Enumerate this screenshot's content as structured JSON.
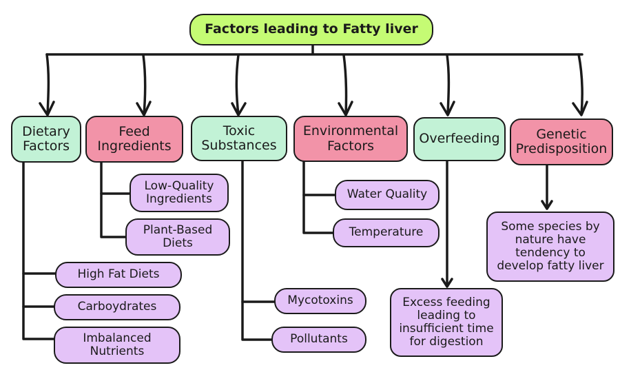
{
  "title": "Factors leading to Fatty liver",
  "colors": {
    "root": "#c5fb74",
    "category_green": "#c2f2d6",
    "category_pink": "#f293a8",
    "leaf": "#e4c3f8",
    "line": "#1a1a1a"
  },
  "categories": [
    {
      "label": "Dietary\nFactors",
      "color": "green",
      "children": [
        "High Fat Diets",
        "Carboydrates",
        "Imbalanced\nNutrients"
      ]
    },
    {
      "label": "Feed\nIngredients",
      "color": "pink",
      "children": [
        "Low-Quality\nIngredients",
        "Plant-Based\nDiets"
      ]
    },
    {
      "label": "Toxic\nSubstances",
      "color": "green",
      "children": [
        "Mycotoxins",
        "Pollutants"
      ]
    },
    {
      "label": "Environmental\nFactors",
      "color": "pink",
      "children": [
        "Water Quality",
        "Temperature"
      ]
    },
    {
      "label": "Overfeeding",
      "color": "green",
      "children": [
        "Excess feeding\nleading to\ninsufficient time\nfor digestion"
      ]
    },
    {
      "label": "Genetic\nPredisposition",
      "color": "pink",
      "children": [
        "Some species by\nnature have\ntendency to\ndevelop fatty liver"
      ]
    }
  ]
}
